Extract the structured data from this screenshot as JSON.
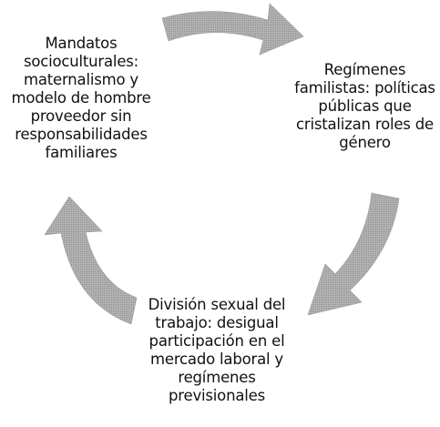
{
  "diagram": {
    "type": "cycle",
    "arrow_color": "#a6a6a6",
    "nodes": [
      {
        "id": "mandatos",
        "text": "Mandatos\nsocioculturales:\nmaternalismo y\nmodelo de hombre\nproveedor sin\nresponsabilidades\nfamiliares"
      },
      {
        "id": "regimenes",
        "text": "Regímenes\nfamilistas: políticas\npúblicas que\ncristalizan roles de\ngénero"
      },
      {
        "id": "division",
        "text": "División sexual del\ntrabajo: desigual\nparticipación en el\nmercado laboral y\nregímenes\nprevisionales"
      }
    ],
    "edges": [
      {
        "from": "mandatos",
        "to": "regimenes"
      },
      {
        "from": "regimenes",
        "to": "division"
      },
      {
        "from": "division",
        "to": "mandatos"
      }
    ]
  }
}
